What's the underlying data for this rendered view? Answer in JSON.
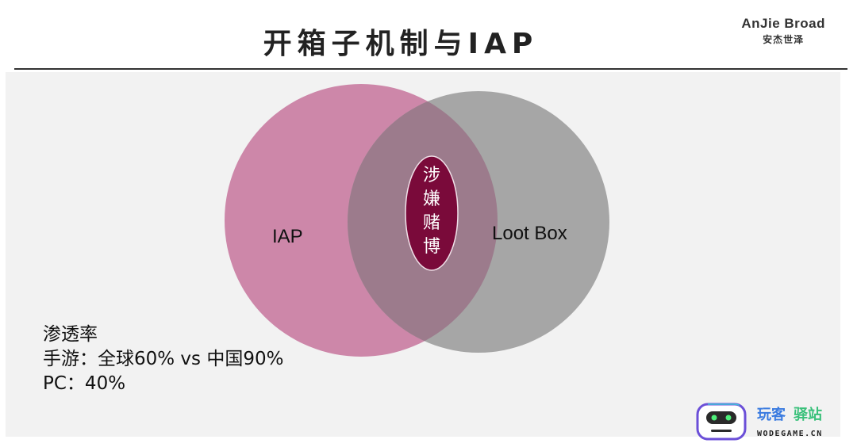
{
  "slide": {
    "title": "开箱子机制与IAP",
    "brand_en": "AnJie Broad",
    "brand_cn": "安杰世泽"
  },
  "diagram": {
    "left_set": {
      "label": "IAP",
      "color": "#cd87a9"
    },
    "right_set": {
      "label": "Loot Box",
      "color": "#a6a6a6"
    },
    "overlap_color": "#9c7b8c",
    "center_badge": {
      "chars": [
        "涉",
        "嫌",
        "赌",
        "博"
      ],
      "color": "#7a0a3a"
    }
  },
  "notes": {
    "line1": "渗透率",
    "line2": "手游：全球60% vs 中国90%",
    "line3": "PC：40%"
  },
  "watermark": {
    "cn_part1": "玩客",
    "cn_part2": "驿站",
    "en": "WODEGAME.CN",
    "icon": "robot-face-icon"
  }
}
